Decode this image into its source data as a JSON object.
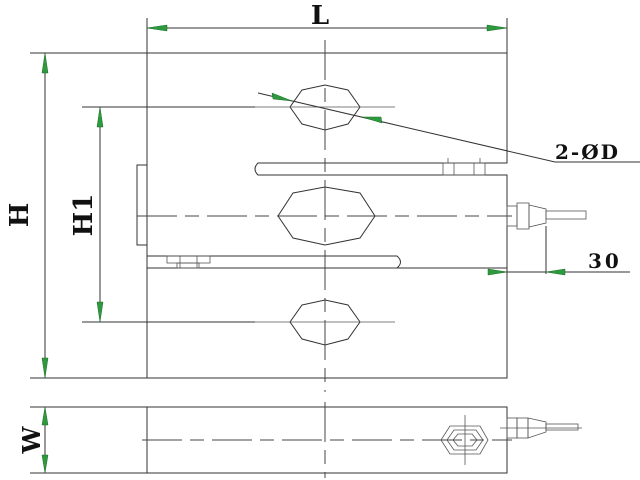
{
  "title": "Load cell dimension drawing",
  "labels": {
    "length": "L",
    "height": "H",
    "hole_spacing": "H1",
    "width": "W",
    "holes": "2-ØD",
    "cable_offset": "30"
  },
  "colors": {
    "arrow": "#2e9a3e",
    "line": "#333333"
  }
}
